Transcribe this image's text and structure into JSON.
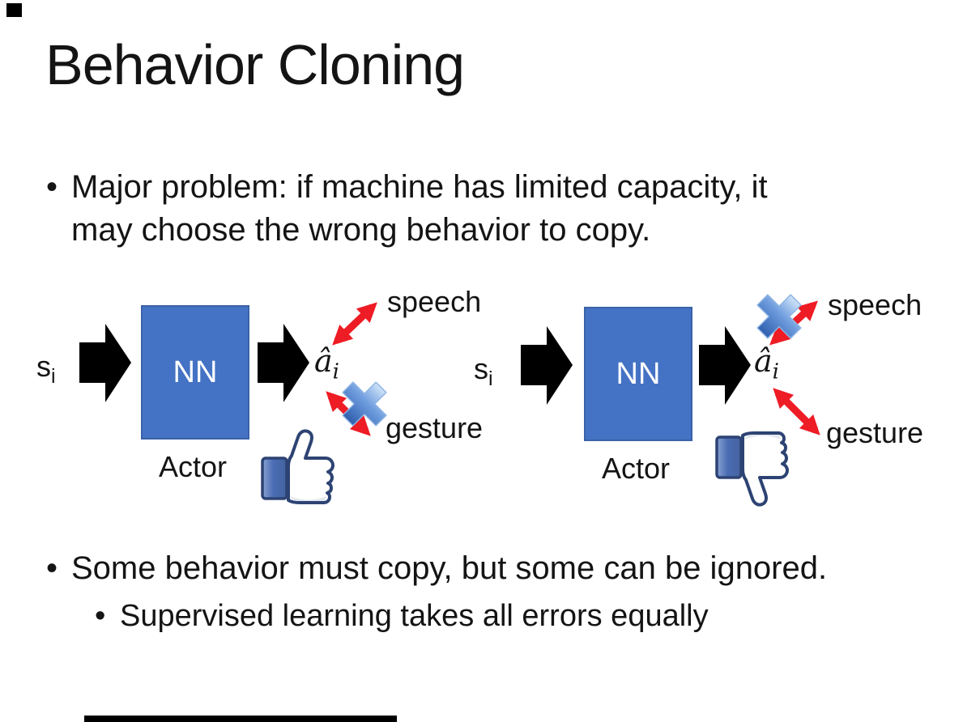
{
  "slide": {
    "title": "Behavior Cloning",
    "bullet_glyph": "•",
    "bullets": {
      "major_problem_line1": "Major problem: if machine has limited capacity, it",
      "major_problem_line2": "may choose the wrong behavior to copy.",
      "some_behavior": "Some behavior must copy, but some can be ignored.",
      "supervised": "Supervised learning takes all errors equally"
    },
    "diagram_left": {
      "input": "s",
      "input_sub": "i",
      "nn": "NN",
      "output": "â",
      "output_sub": "i",
      "speech": "speech",
      "gesture": "gesture",
      "actor": "Actor",
      "crossed_out": "gesture",
      "feedback": "thumbs-up"
    },
    "diagram_right": {
      "input": "s",
      "input_sub": "i",
      "nn": "NN",
      "output": "â",
      "output_sub": "i",
      "speech": "speech",
      "gesture": "gesture",
      "actor": "Actor",
      "crossed_out": "speech",
      "feedback": "thumbs-down"
    },
    "colors": {
      "nn_box": "#4472C4",
      "nn_box_border": "#3A62A8",
      "block_arrow": "#000000",
      "red_arrow": "#EE1C25",
      "cross_light": "#CFE3F8",
      "cross_dark": "#2F5FAE",
      "thumb_outline": "#2D4373",
      "thumb_cuff": "#4A6CB3",
      "text": "#141414"
    }
  }
}
